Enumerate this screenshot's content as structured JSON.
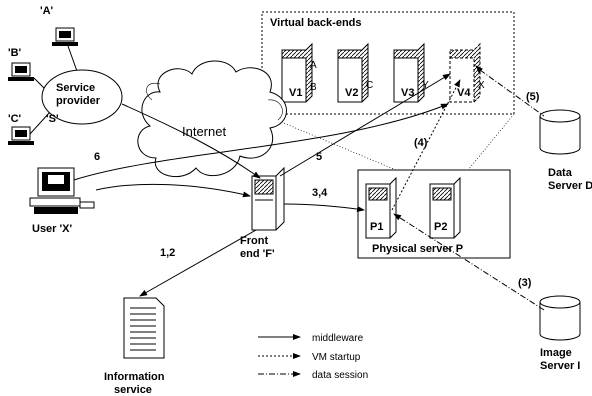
{
  "virtual_backends_title": "Virtual back-ends",
  "backends": [
    {
      "id": "V1",
      "tags": [
        "A",
        "B"
      ]
    },
    {
      "id": "V2",
      "tags": [
        "C"
      ]
    },
    {
      "id": "V3",
      "tags": [
        "Y"
      ]
    },
    {
      "id": "V4",
      "tags": [
        "X"
      ]
    }
  ],
  "clients": [
    "'A'",
    "'B'",
    "'C'"
  ],
  "service_provider": {
    "line1": "Service",
    "line2": "provider",
    "line3": "'S'"
  },
  "internet": "Internet",
  "user": "User 'X'",
  "front_end": {
    "line1": "Front",
    "line2": "end 'F'"
  },
  "physical_server": {
    "title": "Physical server P",
    "p1": "P1",
    "p2": "P2"
  },
  "data_server": {
    "line1": "Data",
    "line2": "Server D"
  },
  "image_server": {
    "line1": "Image",
    "line2": "Server I"
  },
  "info_service": {
    "line1": "Information",
    "line2": "service"
  },
  "step_labels": {
    "s12": "1,2",
    "s34": "3,4",
    "s5": "5",
    "s6": "6",
    "s3": "(3)",
    "s4": "(4)",
    "s5p": "(5)"
  },
  "legend": {
    "middleware": "middleware",
    "vm_startup": "VM startup",
    "data_session": "data session"
  }
}
